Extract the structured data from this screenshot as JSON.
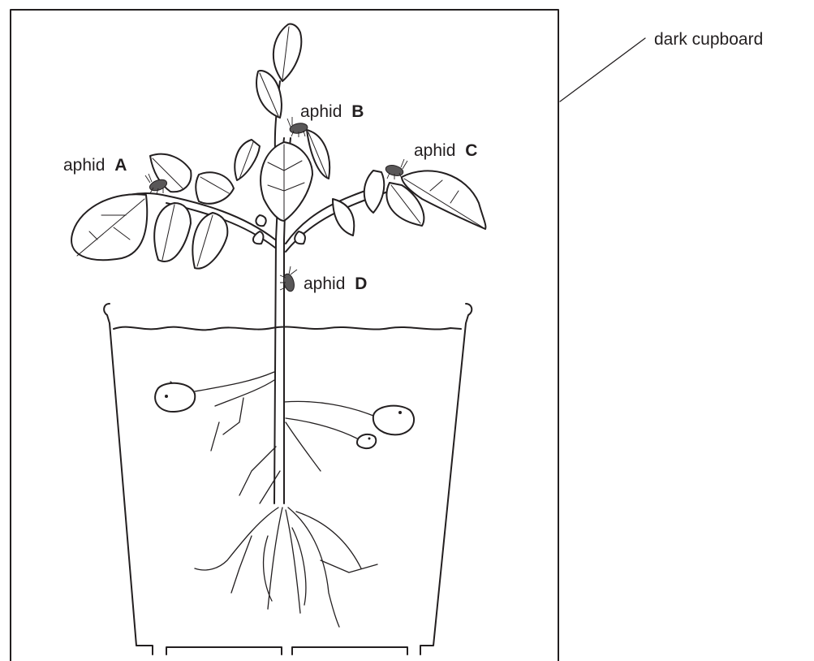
{
  "labels": {
    "cupboard": "dark cupboard",
    "aphid_a": {
      "word": "aphid",
      "letter": "A"
    },
    "aphid_b": {
      "word": "aphid",
      "letter": "B"
    },
    "aphid_c": {
      "word": "aphid",
      "letter": "C"
    },
    "aphid_d": {
      "word": "aphid",
      "letter": "D"
    }
  },
  "colors": {
    "ink": "#231f20",
    "aphid": "#595758",
    "background": "#ffffff"
  }
}
